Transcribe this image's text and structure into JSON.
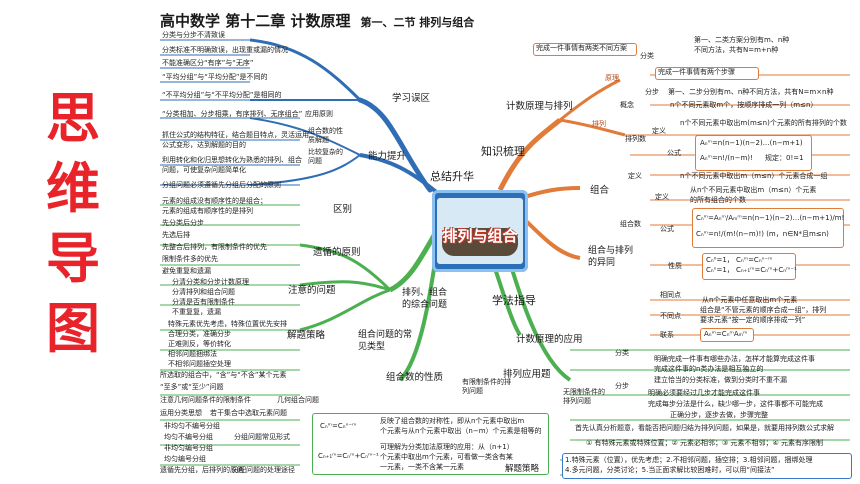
{
  "side_title": [
    "思",
    "维",
    "导",
    "图"
  ],
  "header": {
    "title": "高中数学   第十二章   计数原理",
    "subtitle": "第一、二节 排列与组合"
  },
  "center": {
    "badge": "排列与组合"
  },
  "colors": {
    "blue": "#2f6db5",
    "orange": "#e07b39",
    "green": "#4caf50",
    "red": "#e8232a"
  },
  "topics": {
    "summary": "总结升华",
    "knowledge": "知识梳理",
    "method": "学法指导",
    "learn_zone": "学习误区",
    "ability": "能力提升",
    "counting_perm": "计数原理与排列",
    "combination": "组合",
    "comb_vs_perm": "组合与排列的异同",
    "difference": "区别",
    "nested": "遗循的原则",
    "attention": "注意的问题",
    "pc_problems": "排列、组合的综合问题",
    "strategy": "解题策略",
    "pc_common": "组合问题的常见类型",
    "pc_nature": "组合数的性质",
    "app_counting": "计数原理的应用",
    "perm_app": "排列应用题"
  },
  "learn_items": [
    "分类与分步不清致误",
    "分类标准不明确致误，出现重或漏的情况",
    "不能准确区分“有序”与“无序”",
    "“平均分组”与“平均分配”是不同的",
    "“不平均分组”与“不平均分配”是相同的"
  ],
  "ability_items": {
    "use": "应用原则",
    "use_text": "“分类相加、分步相乘，有序排列、无序组合”",
    "prop": "组合数的性质解题",
    "prop_text": [
      "抓住公式的结构特征，结合题目特点，灵活运用",
      "公式变形，达到解题的目的"
    ],
    "compare": "比较复杂的问题",
    "compare_text": [
      "利用转化和化归思想转化为熟悉的排列、组合",
      "问题，可使复杂问题简单化"
    ],
    "group": "分组问题必须遵循先分组后分配的原则"
  },
  "principle": {
    "cat": "原理",
    "fenlei": "分类",
    "fenlei_text": [
      "完成一件事情有两类不同方案",
      "第一、二类方案分别有m、n种",
      "不同方法，共有N=m+n种"
    ],
    "fenbu": "分步",
    "fenbu_text": [
      "完成一件事情有两个步骤",
      "第一、二步分别有m、n种不同方法，共有N=m×n种"
    ]
  },
  "permutation": {
    "cat": "排列",
    "concept": "概念",
    "concept_text": "n个不同元素取m个，按顺序排成一列（m≤n）",
    "count": "排列数",
    "def": "定义",
    "def_text": "n个不同元素中取出m(m≤n)个元素的所有排列的个数",
    "formula": "公式",
    "formula_1": "Aₙᵐ=n(n−1)(n−2)…(n−m+1)",
    "formula_2": "Aₙᵐ=n!/(n−m)!",
    "formula_note": "规定：0!=1"
  },
  "combination": {
    "def": "定义",
    "def_text": "n个不同元素中取出m（m≤n）个元素合成一组",
    "count": "组合数",
    "count_def": "定义",
    "count_def_text": [
      "从n个不同元素中取出m（m≤n）个元素",
      "的所有组合的个数"
    ],
    "formula": "公式",
    "formula_1": "Cₙᵐ=Aₙᵐ/Aₘᵐ=n(n−1)(n−2)…(n−m+1)/m!",
    "formula_2": "Cₙᵐ=n!/(m!(n−m)!)   (m，n∈N*且m≤n)",
    "prop": "性质",
    "prop_1": "Cₙ⁰=1，   Cₙᵐ=Cₙⁿ⁻ᵐ",
    "prop_2": "Cₙⁿ=1，   Cₙ₊₁ᵐ=Cₙᵐ+Cₙᵐ⁻¹"
  },
  "pc_compare": {
    "same": "相同点",
    "same_text": "从n个元素中任意取出m个元素",
    "diff": "不同点",
    "diff_text": [
      "组合是“不管元素的顺序合成一组”，排列",
      "要求元素“按一定的顺序排成一列”"
    ],
    "link": "联系",
    "link_formula": "Aₙᵐ=CₙᵐAₘᵐ"
  },
  "difference_items": [
    "元素的组成没有顺序性的是组合；",
    "元素的组成有顺序性的是排列"
  ],
  "nested_items": [
    "先分类后分步",
    "先选后排",
    "先整合后排列，有限制条件的优先",
    "限制条件多的优先",
    "避免重复和遗漏"
  ],
  "attention_items": [
    "分清分类和分步计数原理",
    "分清排列和组合问题",
    "分清是否有限制条件",
    "不重复复，遗漏"
  ],
  "strategy_items": [
    "特殊元素优先考虑，特殊位置优先安排",
    "合理分类，准确分步",
    "正难则反，等价转化",
    "相邻问题捆绑法",
    "不相邻问题插空处理"
  ],
  "common_items": [
    "所选取的组合中，“含”与“不含”某个元素",
    "“至多”或“至少”问题",
    "注意几何问题条件的限制条件",
    "运用分类思想",
    "若干集合中选取元素问题",
    "几何组合问题",
    "非均匀不编号分组",
    "均匀不编号分组",
    "非均匀编号分组",
    "均匀编号分组",
    "分组问题常见形式",
    "遗循先分组，后排列的原则",
    "分配问题的处理途径"
  ],
  "nature_items": [
    "Cₙᵐ=Cₙⁿ⁻ᵐ",
    "反映了组合数的对称性，即从n个元素中取出m",
    "个元素与从n个元素中取出（n−m）个元素是相等的",
    "Cₙ₊₁ᵐ=Cₙᵐ+Cₙᵐ⁻¹",
    "可理解为分类加法原理的应用：从（n+1）",
    "个元素中取出m个元素，可看做一类含有某",
    "一元素，一类不含某一元素"
  ],
  "app_items": {
    "fenlei": "分类",
    "fenlei_text": [
      "明确完成一件事有哪些办法，怎样才能算完成这件事",
      "完成这件事的n类办法是相互独立的"
    ],
    "fenbu": "分步",
    "fenbu_text": [
      "建立恰当的分类标准，做到分类时不重不漏",
      "明确必须要经过几步才能完成这件事",
      "完成每步分法是什么，缺少哪一步，这件事都不可能完成",
      "正确分步，逐步去做，步骤完整"
    ],
    "restricted": "有限制条件的排列问题",
    "unrestricted": "无限制条件的排列问题",
    "first": "首先认真分析题意，看能否把问题归结为排列问题，如果是，就要用排列数公式求解",
    "methods": "① 有特殊元素或特殊位置；② 元素必相邻；③ 元素不相邻；④ 元素有序限制",
    "solve": "解题策略",
    "solve_text": "1.特殊元素（位置），优先考虑；2.不相邻问题，插空排；3.相邻问题，捆绑处理",
    "solve_text_2": "4.多元问题，分类讨论；5.当正面求解比较困难时，可以用“间接法”"
  }
}
